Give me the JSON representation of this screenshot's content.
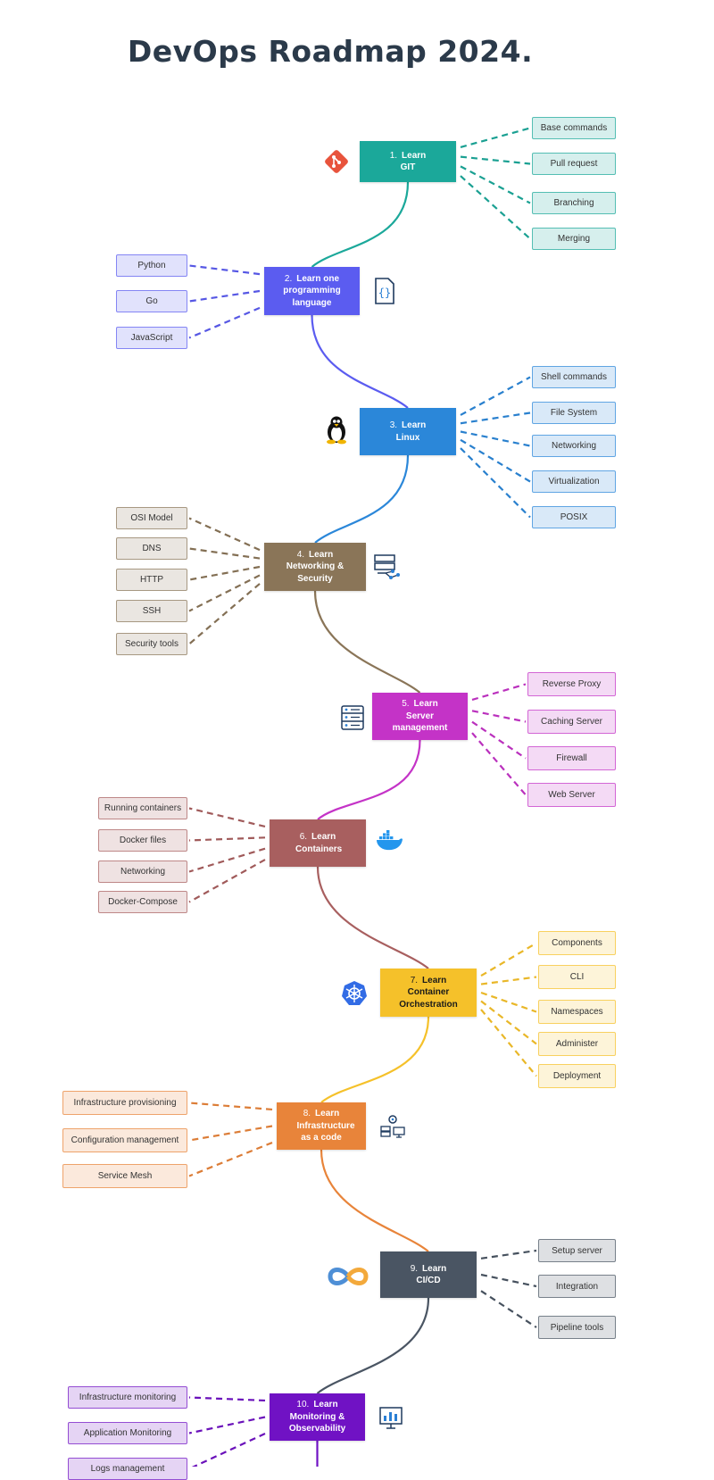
{
  "title": "DevOps Roadmap 2024.",
  "nodes": [
    {
      "num": "1.",
      "label": "Learn GIT",
      "color": "#1ba89a",
      "leaves": [
        "Base commands",
        "Pull request",
        "Branching",
        "Merging"
      ],
      "icon": "git-icon"
    },
    {
      "num": "2.",
      "label": "Learn one programming language",
      "color": "#5b5cf0",
      "leaves": [
        "Python",
        "Go",
        "JavaScript"
      ],
      "icon": "code-file-icon"
    },
    {
      "num": "3.",
      "label": "Learn Linux",
      "color": "#2b87d9",
      "leaves": [
        "Shell commands",
        "File System",
        "Networking",
        "Virtualization",
        "POSIX"
      ],
      "icon": "linux-penguin-icon"
    },
    {
      "num": "4.",
      "label": "Learn Networking & Security",
      "color": "#8a7558",
      "leaves": [
        "OSI Model",
        "DNS",
        "HTTP",
        "SSH",
        "Security tools"
      ],
      "icon": "network-server-icon"
    },
    {
      "num": "5.",
      "label": "Learn Server management",
      "color": "#c433c7",
      "leaves": [
        "Reverse Proxy",
        "Caching Server",
        "Firewall",
        "Web Server"
      ],
      "icon": "server-rack-icon"
    },
    {
      "num": "6.",
      "label": "Learn Containers",
      "color": "#a85f5f",
      "leaves": [
        "Running containers",
        "Docker files",
        "Networking",
        "Docker-Compose"
      ],
      "icon": "docker-whale-icon"
    },
    {
      "num": "7.",
      "label": "Learn Container Orchestration",
      "color": "#f5c12a",
      "leaves": [
        "Components",
        "CLI",
        "Namespaces",
        "Administer",
        "Deployment"
      ],
      "icon": "kubernetes-wheel-icon"
    },
    {
      "num": "8.",
      "label": "Learn Infrastructure as a code",
      "color": "#e8843a",
      "leaves": [
        "Infrastructure provisioning",
        "Configuration management",
        "Service Mesh"
      ],
      "icon": "infrastructure-gear-icon"
    },
    {
      "num": "9.",
      "label": "Learn CI/CD",
      "color": "#4a5563",
      "leaves": [
        "Setup server",
        "Integration",
        "Pipeline tools"
      ],
      "icon": "infinity-loop-icon"
    },
    {
      "num": "10.",
      "label": "Learn Monitoring & Observability",
      "color": "#7012c4",
      "leaves": [
        "Infrastructure monitoring",
        "Application Monitoring",
        "Logs management"
      ],
      "icon": "monitoring-chart-icon"
    }
  ]
}
